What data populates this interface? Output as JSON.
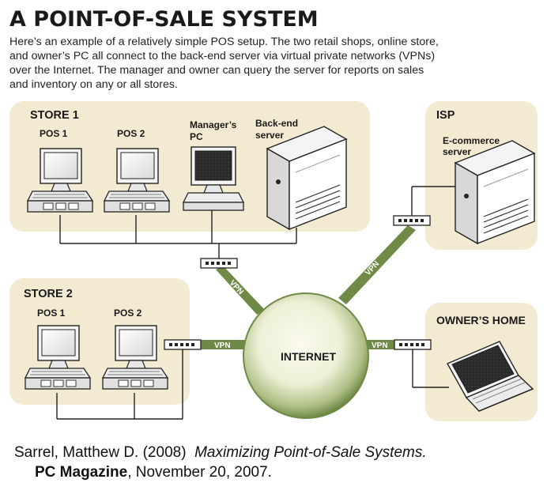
{
  "title": "A POINT-OF-SALE SYSTEM",
  "intro_lines": [
    "Here’s an example of a relatively simple POS setup. The two retail shops, online store,",
    "and owner’s PC all connect to the back-end server via virtual private networks (VPNs)",
    "over the Internet. The manager and owner can query the server for reports on sales",
    "and inventory on any or all stores."
  ],
  "store1": {
    "label": "STORE 1",
    "pos1": "POS 1",
    "pos2": "POS 2",
    "manager": [
      "Manager’s",
      "PC"
    ],
    "server": [
      "Back-end",
      "server"
    ]
  },
  "store2": {
    "label": "STORE 2",
    "pos1": "POS 1",
    "pos2": "POS 2"
  },
  "isp": {
    "label": "ISP",
    "server": [
      "E-commerce",
      "server"
    ]
  },
  "home": {
    "label": "OWNER’S HOME"
  },
  "internet": "INTERNET",
  "vpn": "VPN",
  "citation": {
    "line1_author": "Sarrel, Matthew D. (2008)",
    "line1_title": "Maximizing Point-of-Sale Systems.",
    "line2_pub": "PC Magazine",
    "line2_rest": ", November 20, 2007."
  },
  "colors": {
    "panel": "#f3ead2",
    "vpn_green": "#6f8a46",
    "internet_core": "#f4f1dc",
    "internet_edge": "#7d9a54",
    "ink": "#222222"
  }
}
